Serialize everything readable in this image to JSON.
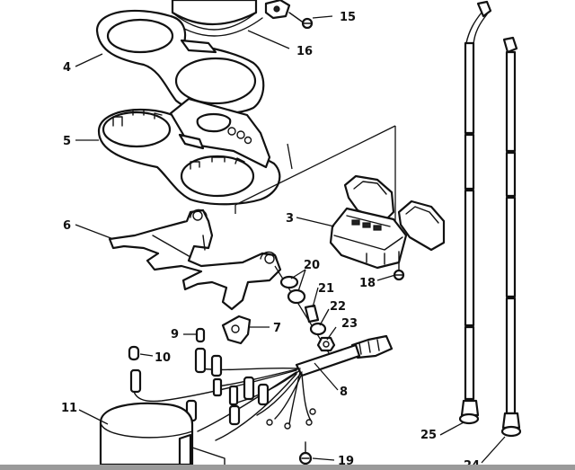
{
  "callouts": [
    {
      "id": "c15",
      "text": "15"
    },
    {
      "id": "c16",
      "text": "16"
    },
    {
      "id": "c4",
      "text": "4"
    },
    {
      "id": "c5",
      "text": "5"
    },
    {
      "id": "c6",
      "text": "6"
    },
    {
      "id": "c3",
      "text": "3"
    },
    {
      "id": "c18",
      "text": "18"
    },
    {
      "id": "c20",
      "text": "20"
    },
    {
      "id": "c21",
      "text": "21"
    },
    {
      "id": "c22",
      "text": "22"
    },
    {
      "id": "c23",
      "text": "23"
    },
    {
      "id": "c7",
      "text": "7"
    },
    {
      "id": "c9",
      "text": "9"
    },
    {
      "id": "c10",
      "text": "10"
    },
    {
      "id": "c8",
      "text": "8"
    },
    {
      "id": "c11",
      "text": "11"
    },
    {
      "id": "c25",
      "text": "25"
    },
    {
      "id": "c24",
      "text": "24"
    },
    {
      "id": "c19",
      "text": "19"
    }
  ],
  "colors": {
    "ink": "#111111",
    "paper": "#ffffff",
    "bar": "#9a9a9a"
  }
}
